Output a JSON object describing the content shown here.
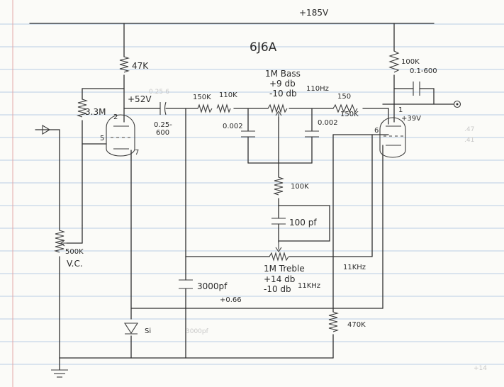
{
  "diagram": {
    "supply_label": "+185V",
    "tube_label": "6J6A",
    "labels": {
      "r_plate_left": "47K",
      "plate_voltage_left": "+52V",
      "r_grid_left": "3.3M",
      "pin_2": "2",
      "pin_5": "5",
      "pin_7": "7",
      "coupling_cap": "0.25-",
      "coupling_cap_2": "600",
      "r_150k_a": "150K",
      "r_110k": "110K",
      "cap_0002_a": "0.002",
      "bass_pot": "1M Bass",
      "bass_boost": "+9 db",
      "bass_cut": "-10 db",
      "bass_freq": "110Hz",
      "cap_0002_b": "0.002",
      "r_150k_b": "150K",
      "r_150k_faint": "150",
      "r_100k_mid": "100K",
      "cap_100pf": "100 pf",
      "r_plate_right": "100K",
      "out_cap": "0.1-600",
      "plate_voltage_right": "+39V",
      "pin_1": "1",
      "pin_6": "6",
      "treble_pot": "1M Treble",
      "treble_boost": "+14 db",
      "treble_cut": "-10 db",
      "treble_freq": "11KHz",
      "treble_freq_2": "11KHz",
      "volume_pot": "500K",
      "volume_label": "V.C.",
      "cap_3000pf": "3000pf",
      "cathode_voltage": "+0.66",
      "diode_label": "Si",
      "r_470k": "470K"
    }
  }
}
